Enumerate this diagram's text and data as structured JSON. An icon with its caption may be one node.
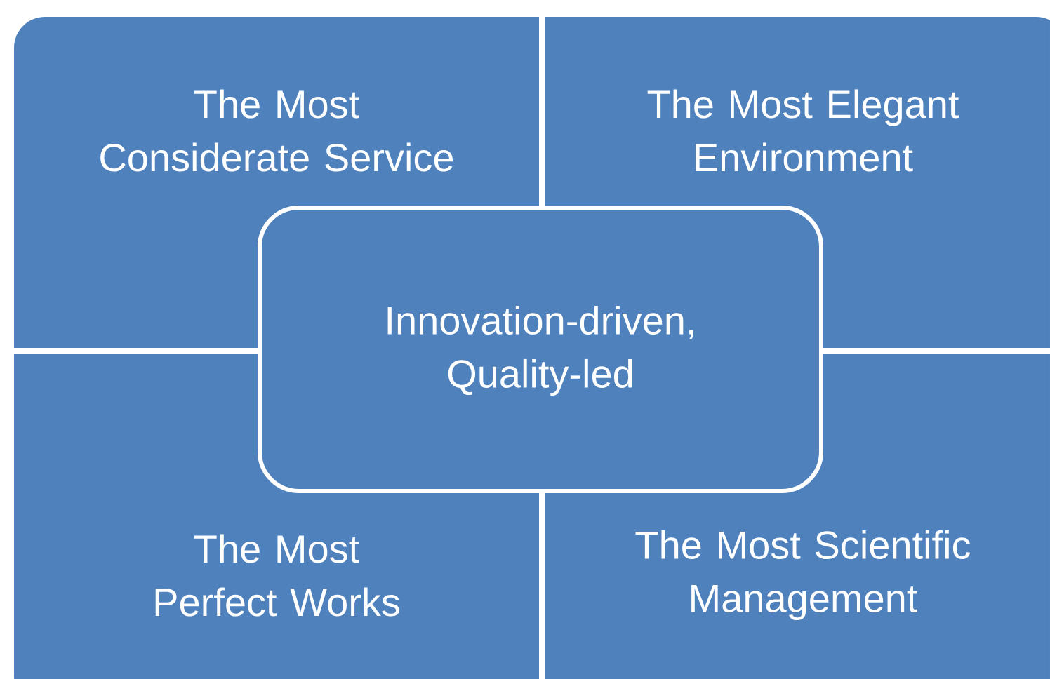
{
  "diagram": {
    "nodes": [
      {
        "text": [
          "The Most Considerate Service"
        ]
      },
      {
        "text": [
          "The Most Elegant Environment"
        ]
      },
      {
        "text": [
          "Innovation-driven, Quality-led"
        ]
      },
      {
        "text": [
          "The Most Perfect Works"
        ]
      },
      {
        "text": [
          "The Most Scientific Management"
        ]
      }
    ]
  }
}
